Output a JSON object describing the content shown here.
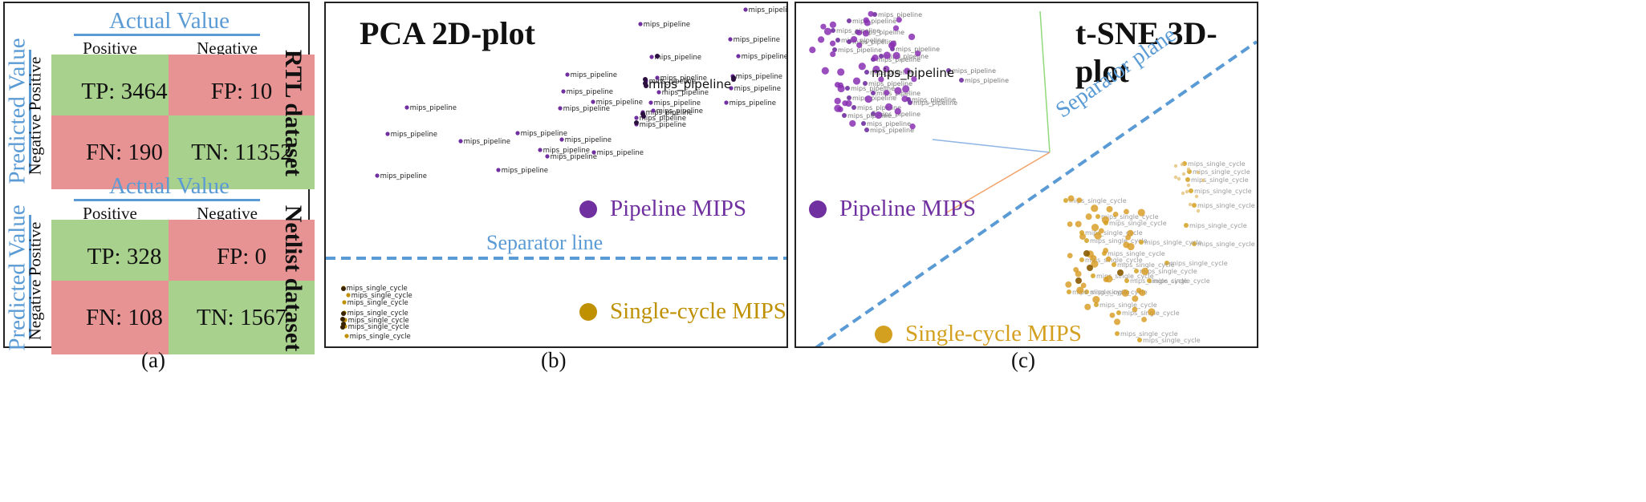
{
  "panel_a": {
    "caption": "(a)",
    "tables": [
      {
        "actual_header": "Actual Value",
        "predicted_header": "Predicted Value",
        "col_positive": "Positive",
        "col_negative": "Negative",
        "row_positive": "Positive",
        "row_negative": "Negative",
        "dataset": "RTL dataset",
        "tp": "TP: 3464",
        "fp": "FP: 10",
        "fn": "FN: 190",
        "tn": "TN: 11352"
      },
      {
        "actual_header": "Actual Value",
        "predicted_header": "Predicted Value",
        "col_positive": "Positive",
        "col_negative": "Negative",
        "row_positive": "Positive",
        "row_negative": "Negative",
        "dataset": "Netlist dataset",
        "tp": "TP: 328",
        "fp": "FP: 0",
        "fn": "FN: 108",
        "tn": "TN: 1567"
      }
    ],
    "colors": {
      "green": "#a9d18e",
      "red": "#e89393",
      "accent": "#5b9bd5"
    }
  },
  "panel_b": {
    "caption": "(b)",
    "title": "PCA 2D-plot",
    "legend_pipeline": "Pipeline MIPS",
    "legend_single": "Single-cycle MIPS",
    "separator_label": "Separator line",
    "point_label_pipeline": "mips_pipeline",
    "point_label_single": "mips_single_cycle",
    "highlight_label": "mips_pipeline",
    "colors": {
      "pipeline": "#7030a0",
      "single": "#bf9000",
      "separator": "#5b9bd5"
    }
  },
  "panel_c": {
    "caption": "(c)",
    "title": "t-SNE 3D-plot",
    "legend_pipeline": "Pipeline MIPS",
    "legend_single": "Single-cycle MIPS",
    "separator_label": "Separator plane",
    "point_label_pipeline": "mips_pipeline",
    "point_label_single": "mips_single_cycle",
    "highlight_label": "mips_pipeline",
    "colors": {
      "pipeline": "#7030a0",
      "single": "#d4a020",
      "separator": "#5b9bd5"
    }
  }
}
